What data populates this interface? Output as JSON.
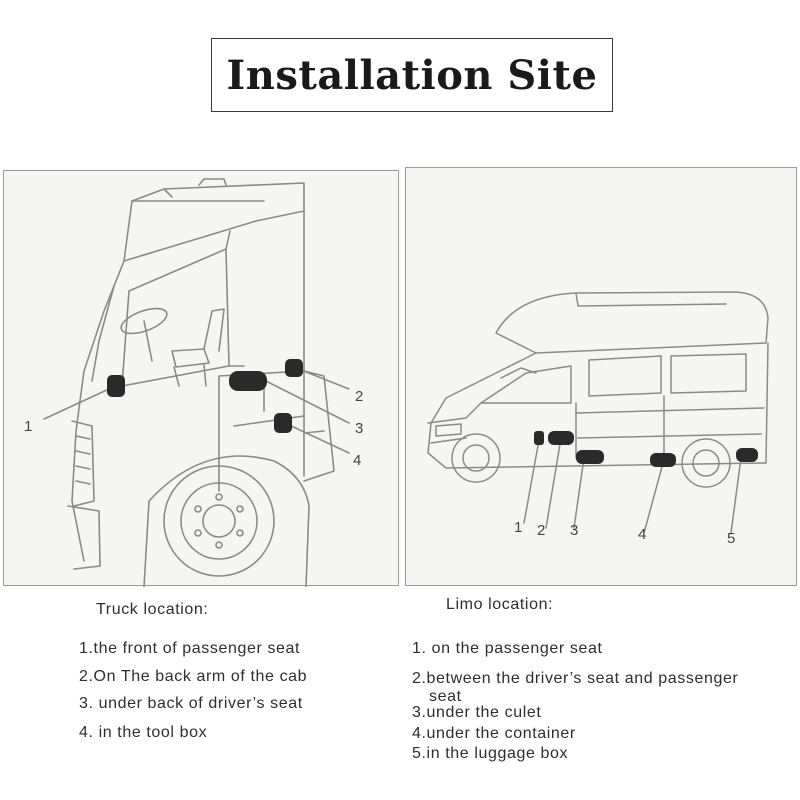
{
  "title": "Installation Site",
  "truck": {
    "caption": "Truck location:",
    "callouts": [
      "1",
      "2",
      "3",
      "4"
    ],
    "items": [
      "1.the front of passenger seat",
      "2.On The back arm of the cab",
      "3. under back of driver’s seat",
      "4. in the tool box"
    ]
  },
  "limo": {
    "caption": "Limo location:",
    "callouts": [
      "1",
      "2",
      "3",
      "4",
      "5"
    ],
    "items": [
      "1. on the passenger seat",
      "2.between the driver’s seat and passenger",
      "seat",
      "3.under the culet",
      "4.under the container",
      "5.in the luggage box"
    ]
  }
}
